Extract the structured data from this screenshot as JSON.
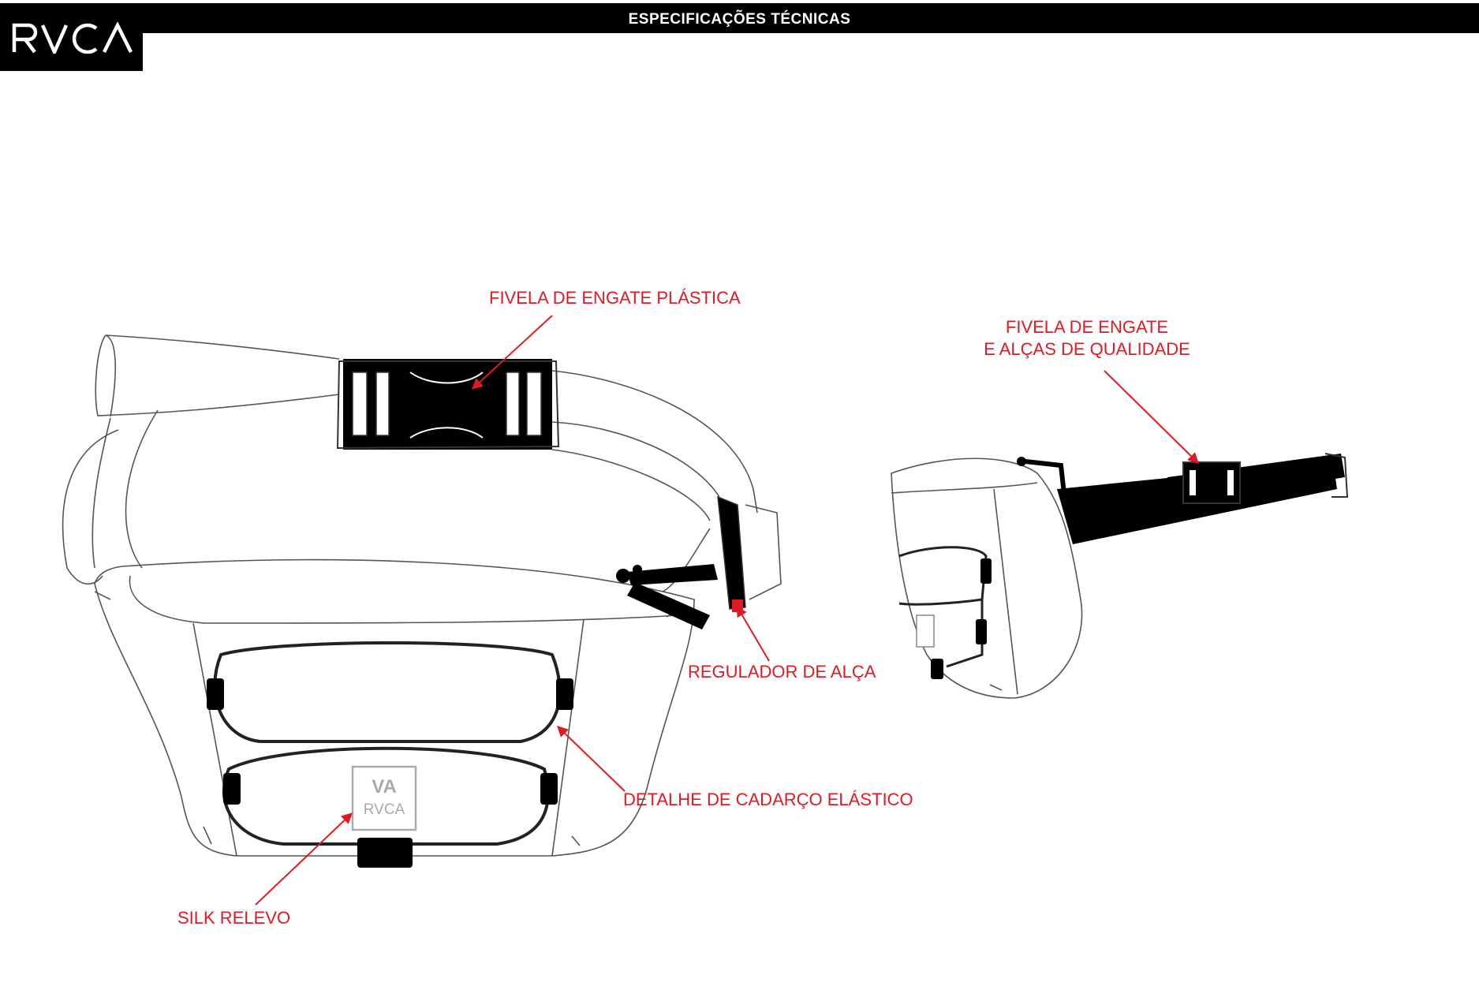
{
  "header": {
    "title": "ESPECIFICAÇÕES TÉCNICAS",
    "logo_text": "RVCA"
  },
  "callouts": {
    "buckle_plastic": "FIVELA DE ENGATE PLÁSTICA",
    "buckle_quality_line1": "FIVELA DE ENGATE",
    "buckle_quality_line2": "E ALÇAS DE QUALIDADE",
    "strap_regulator": "REGULADOR DE ALÇA",
    "elastic_cord": "DETALHE DE CADARÇO ELÁSTICO",
    "silk_relief": "SILK RELEVO"
  },
  "bag_logo": {
    "mark": "VA",
    "word": "RVCA"
  },
  "colors": {
    "accent": "#e01a22",
    "header_bg": "#000000",
    "line": "#555555"
  }
}
